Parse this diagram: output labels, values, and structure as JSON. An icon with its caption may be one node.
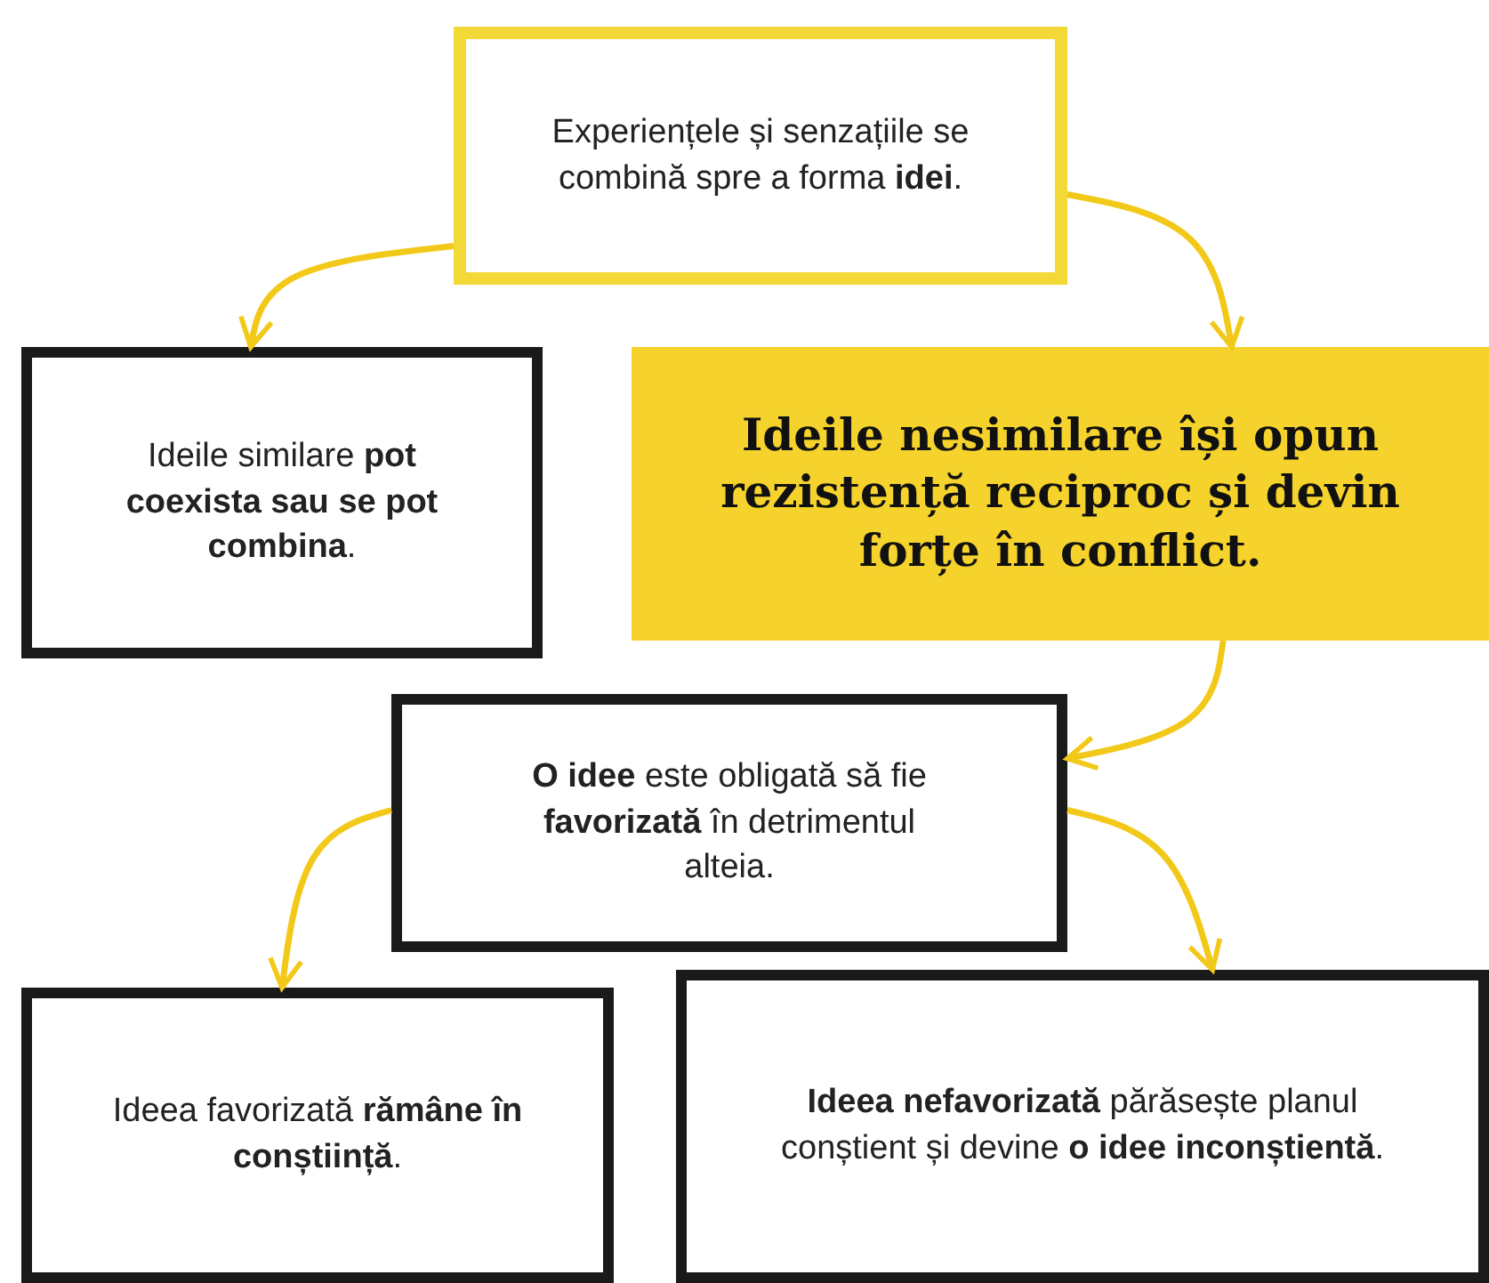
{
  "diagram": {
    "nodes": [
      {
        "text": [
          "Experiențele și senzațiile se combină spre a forma **idei**."
        ]
      },
      {
        "text": [
          "Ideile similare **pot coexista sau se pot combina**."
        ]
      },
      {
        "text": [
          "Ideile nesimilare își opun rezistență reciproc și devin forțe în conflict."
        ]
      },
      {
        "text": [
          "**O idee** este obligată să fie **favorizată** în detrimentul alteia."
        ]
      },
      {
        "text": [
          "Ideea favorizată **rămâne în conștiință**."
        ]
      },
      {
        "text": [
          "**Ideea nefavorizată** părăsește planul conștient și devine **o idee inconștientă**."
        ]
      }
    ],
    "edges": [
      {
        "from": 0,
        "to": 1,
        "arrow": "to"
      },
      {
        "from": 0,
        "to": 2,
        "arrow": "to"
      },
      {
        "from": 2,
        "to": 3,
        "arrow": "to"
      },
      {
        "from": 3,
        "to": 4,
        "arrow": "to"
      },
      {
        "from": 3,
        "to": 5,
        "arrow": "to"
      }
    ]
  }
}
